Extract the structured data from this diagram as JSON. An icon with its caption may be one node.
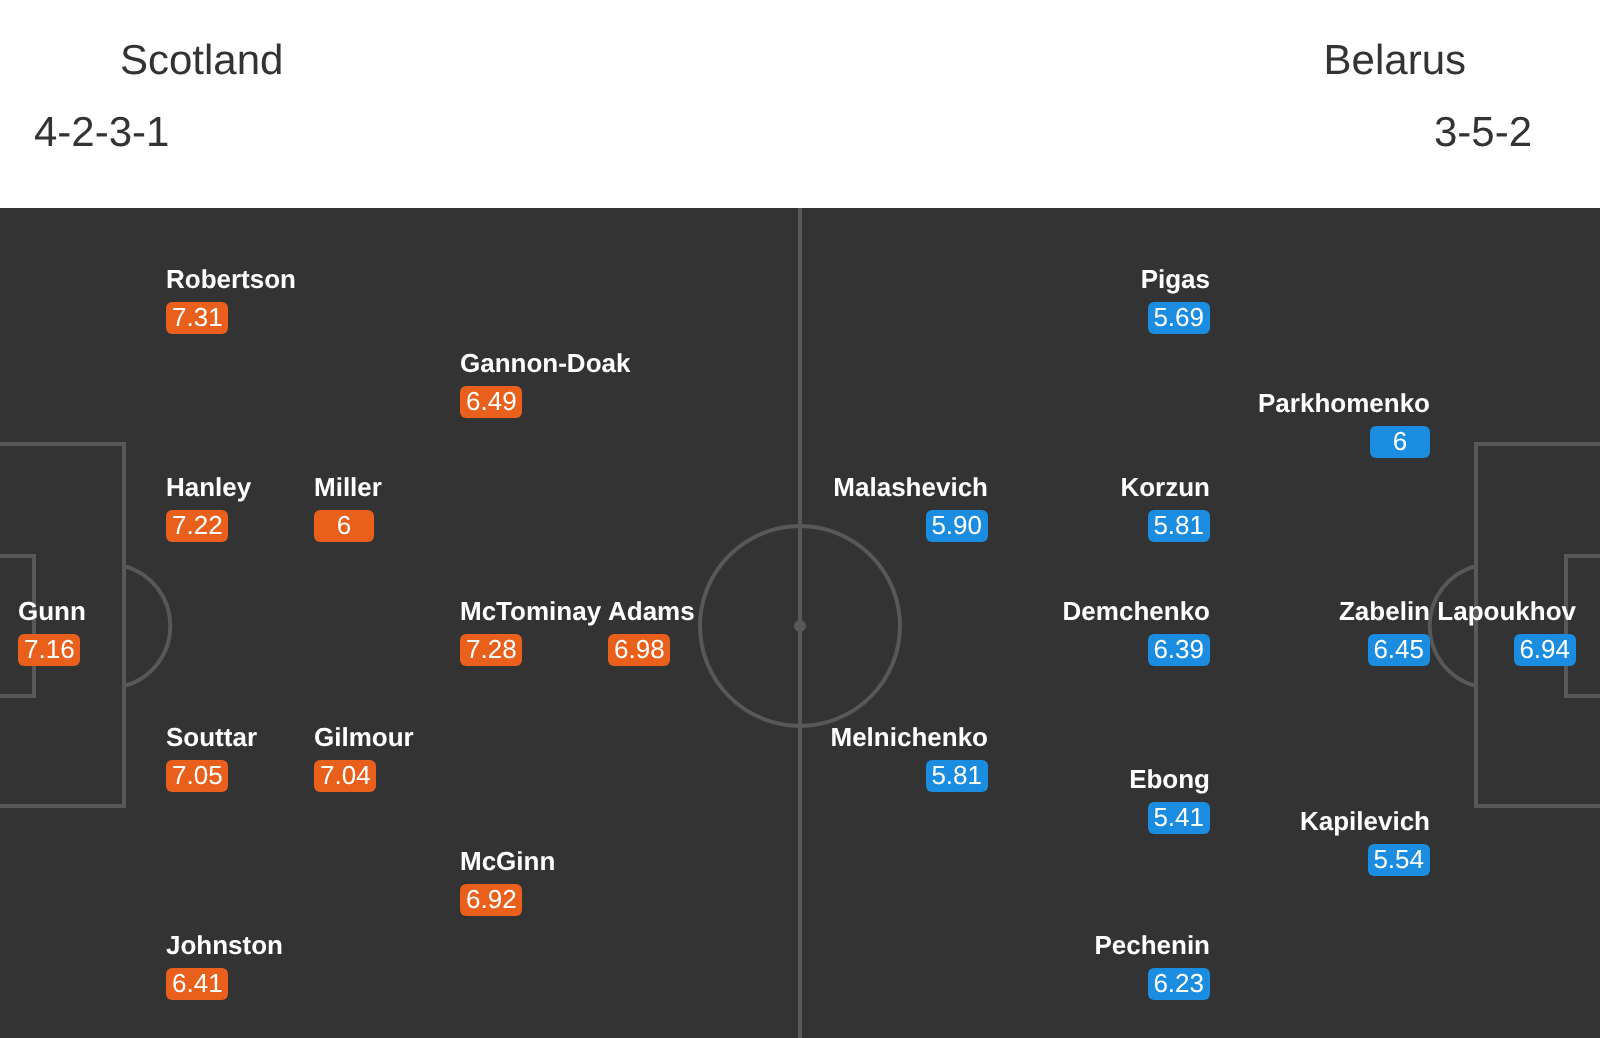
{
  "diagram": {
    "nodes": [
      {
        "text": [
          "Gunn",
          "7.16"
        ]
      },
      {
        "text": [
          "Robertson",
          "7.31"
        ]
      },
      {
        "text": [
          "Hanley",
          "7.22"
        ]
      },
      {
        "text": [
          "Souttar",
          "7.05"
        ]
      },
      {
        "text": [
          "Johnston",
          "6.41"
        ]
      },
      {
        "text": [
          "Miller",
          "6"
        ]
      },
      {
        "text": [
          "Gilmour",
          "7.04"
        ]
      },
      {
        "text": [
          "Gannon-Doak",
          "6.49"
        ]
      },
      {
        "text": [
          "McTominay",
          "7.28"
        ]
      },
      {
        "text": [
          "McGinn",
          "6.92"
        ]
      },
      {
        "text": [
          "Adams",
          "6.98"
        ]
      },
      {
        "text": [
          "Malashevich",
          "5.90"
        ]
      },
      {
        "text": [
          "Melnichenko",
          "5.81"
        ]
      },
      {
        "text": [
          "Pigas",
          "5.69"
        ]
      },
      {
        "text": [
          "Korzun",
          "5.81"
        ]
      },
      {
        "text": [
          "Demchenko",
          "6.39"
        ]
      },
      {
        "text": [
          "Ebong",
          "5.41"
        ]
      },
      {
        "text": [
          "Pechenin",
          "6.23"
        ]
      },
      {
        "text": [
          "Parkhomenko",
          "6"
        ]
      },
      {
        "text": [
          "Zabelin",
          "6.45"
        ]
      },
      {
        "text": [
          "Kapilevich",
          "5.54"
        ]
      },
      {
        "text": [
          "Lapoukhov",
          "6.94"
        ]
      }
    ],
    "labels": [
      "Scotland",
      "Belarus",
      "4-2-3-1",
      "3-5-2"
    ]
  }
}
